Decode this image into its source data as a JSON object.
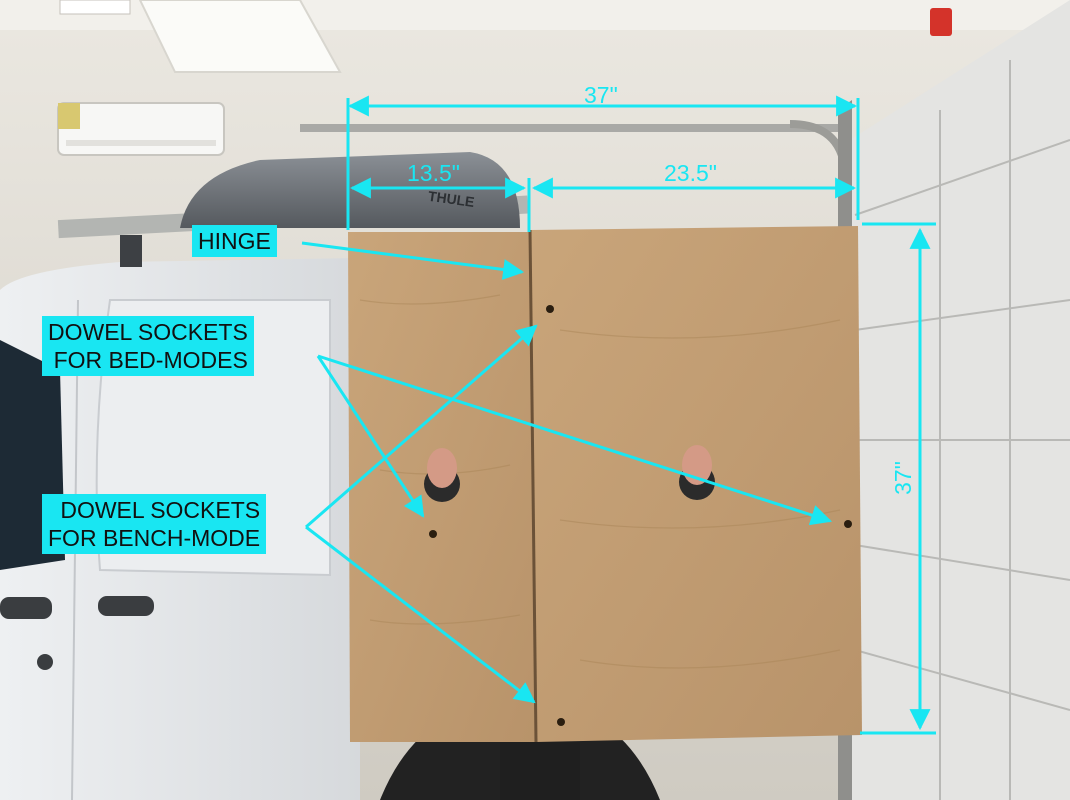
{
  "photo": {
    "subject": "plywood-hinged-panel",
    "accent_color": "#19e6f2",
    "background_objects": [
      "white-van",
      "roof-cargo-box",
      "garage-door",
      "mini-split-ac",
      "ceiling-light"
    ]
  },
  "roof_box_brand": "THULE",
  "dimensions": {
    "total_width": "37\"",
    "left_section_width": "13.5\"",
    "right_section_width": "23.5\"",
    "total_height": "37\""
  },
  "callouts": {
    "hinge": "HINGE",
    "bed_mode_line1": "DOWEL SOCKETS",
    "bed_mode_line2": "FOR BED-MODES",
    "bench_mode_line1": "DOWEL SOCKETS",
    "bench_mode_line2": "FOR BENCH-MODE"
  }
}
